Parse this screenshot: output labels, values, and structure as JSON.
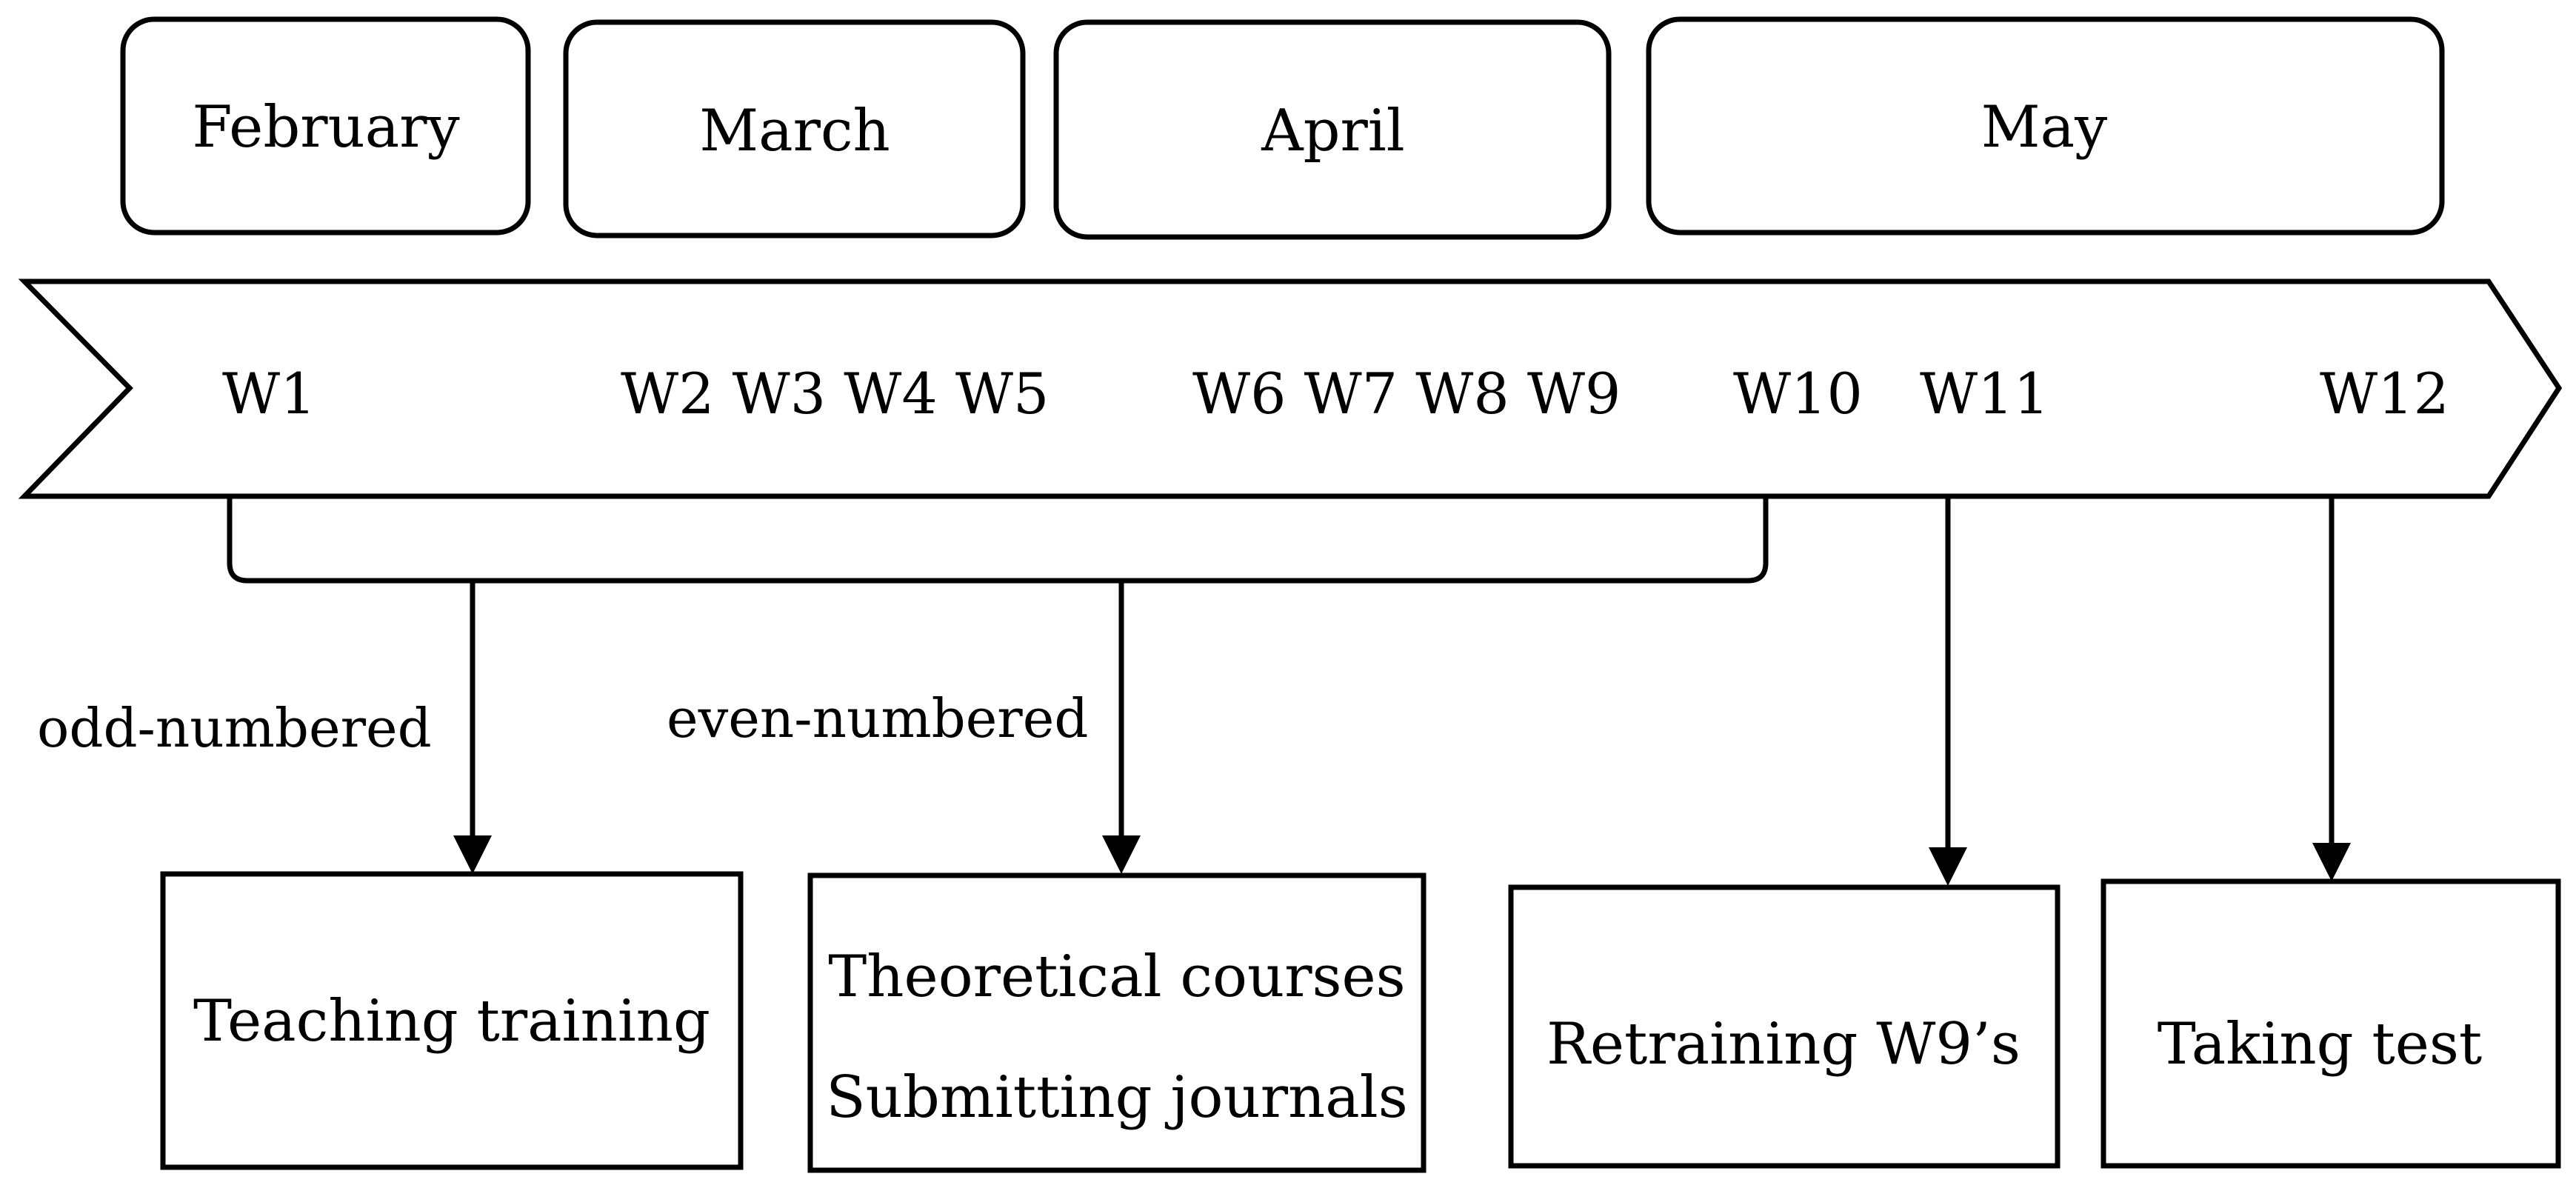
{
  "colors": {
    "stroke": "#000000",
    "fill": "#ffffff"
  },
  "months": [
    "February",
    "March",
    "April",
    "May"
  ],
  "weeks": {
    "w1": "W1",
    "w2_5": "W2 W3 W4 W5",
    "w6_9": "W6 W7 W8 W9",
    "w10": "W10",
    "w11": "W11",
    "w12": "W12"
  },
  "notes": {
    "odd": "odd-numbered",
    "even": "even-numbered"
  },
  "boxes": {
    "teaching": "Teaching training",
    "theory_line1": "Theoretical courses",
    "theory_line2": "Submitting journals",
    "retrain": "Retraining W9’s",
    "test": "Taking test"
  }
}
